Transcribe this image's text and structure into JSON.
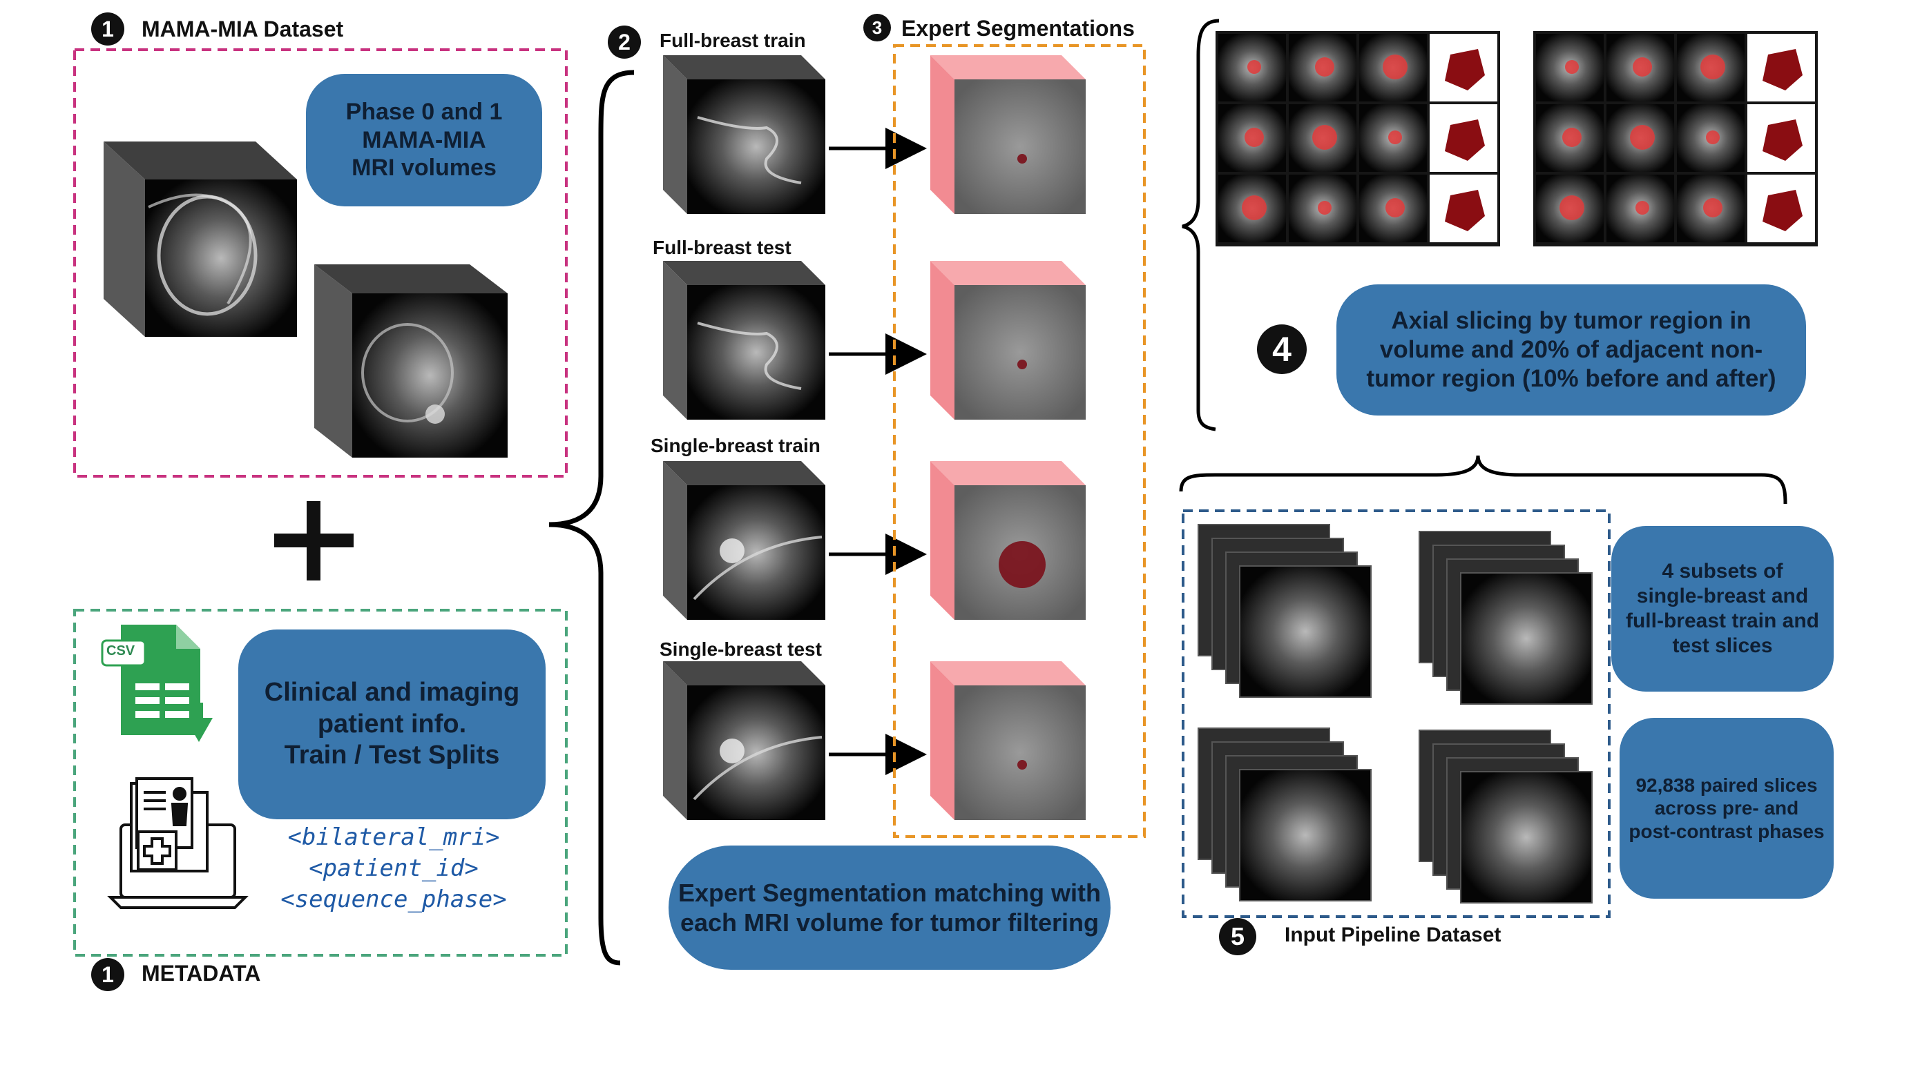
{
  "section1": {
    "badge": "1",
    "title": "MAMA-MIA Dataset",
    "pill_lines": [
      "Phase 0 and 1",
      "MAMA-MIA",
      "MRI volumes"
    ]
  },
  "metadata": {
    "badge": "1",
    "title": "METADATA",
    "csv_label": "CSV",
    "pill_lines": [
      "Clinical and imaging",
      "patient info.",
      "Train / Test Splits"
    ],
    "fields": [
      "<bilateral_mri>",
      "<patient_id>",
      "<sequence_phase>"
    ]
  },
  "section2": {
    "badge": "2",
    "labels": [
      "Full-breast train",
      "Full-breast test",
      "Single-breast train",
      "Single-breast test"
    ]
  },
  "section3": {
    "badge": "3",
    "title": "Expert Segmentations",
    "pill_lines": [
      "Expert Segmentation matching with",
      "each MRI volume for tumor filtering"
    ]
  },
  "section4": {
    "badge": "4",
    "pill_lines": [
      "Axial slicing by tumor region in",
      "volume and 20% of adjacent non-",
      "tumor region (10% before and after)"
    ]
  },
  "section5": {
    "badge": "5",
    "title": "Input Pipeline Dataset",
    "pill1_lines": [
      "4 subsets of",
      "single-breast and",
      "full-breast train and",
      "test slices"
    ],
    "pill2_lines": [
      "92,838 paired slices",
      "across pre- and",
      "post-contrast phases"
    ]
  },
  "colors": {
    "pill_blue": "#3a77ad",
    "magenta_dash": "#c8327f",
    "green_dash": "#4aa57c",
    "orange_dash": "#e89526",
    "navy_dash": "#2d5a8a",
    "segmentation_pink": "#f28b92"
  }
}
